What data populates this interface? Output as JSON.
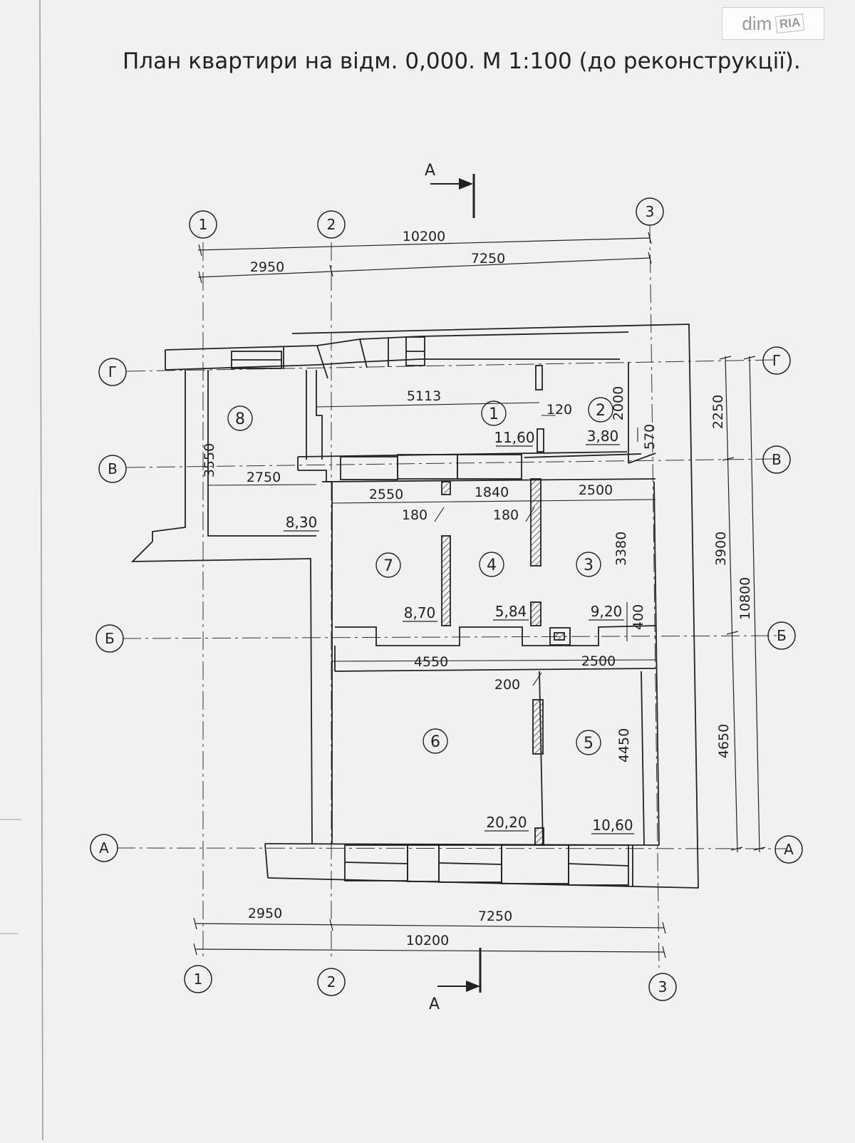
{
  "title": "План квартири на відм. 0,000. М 1:100 (до реконструкції).",
  "watermark": {
    "brand": "dim",
    "sub": "RIA"
  },
  "section_letter": "А",
  "axes": {
    "vertical": [
      "1",
      "2",
      "3"
    ],
    "horizontal": [
      "Г",
      "В",
      "Б",
      "А"
    ]
  },
  "rooms": [
    {
      "number": "1",
      "area": "11,60"
    },
    {
      "number": "2",
      "area": "3,80"
    },
    {
      "number": "3",
      "area": "9,20"
    },
    {
      "number": "4",
      "area": "5,84"
    },
    {
      "number": "5",
      "area": "10,60"
    },
    {
      "number": "6",
      "area": "20,20"
    },
    {
      "number": "7",
      "area": "8,70"
    },
    {
      "number": "8",
      "area": "8,30"
    }
  ],
  "dims": {
    "top_total": "10200",
    "top_left": "2950",
    "top_right": "7250",
    "bottom_left": "2950",
    "bottom_right": "7250",
    "bottom_total": "10200",
    "right_1": "2250",
    "right_2": "3900",
    "right_3": "4650",
    "right_total": "10800",
    "d5113": "5113",
    "d120": "120",
    "d2000": "2000",
    "d570": "570",
    "d3550": "3550",
    "d2750": "2750",
    "d2550": "2550",
    "d1840": "1840",
    "d2500a": "2500",
    "d180a": "180",
    "d180b": "180",
    "d3380": "3380",
    "d400": "400",
    "d4550": "4550",
    "d2500b": "2500",
    "d200": "200",
    "d4450": "4450"
  },
  "colors": {
    "line": "#222222",
    "paper": "#f1f1f0",
    "hatch": "#444444"
  }
}
